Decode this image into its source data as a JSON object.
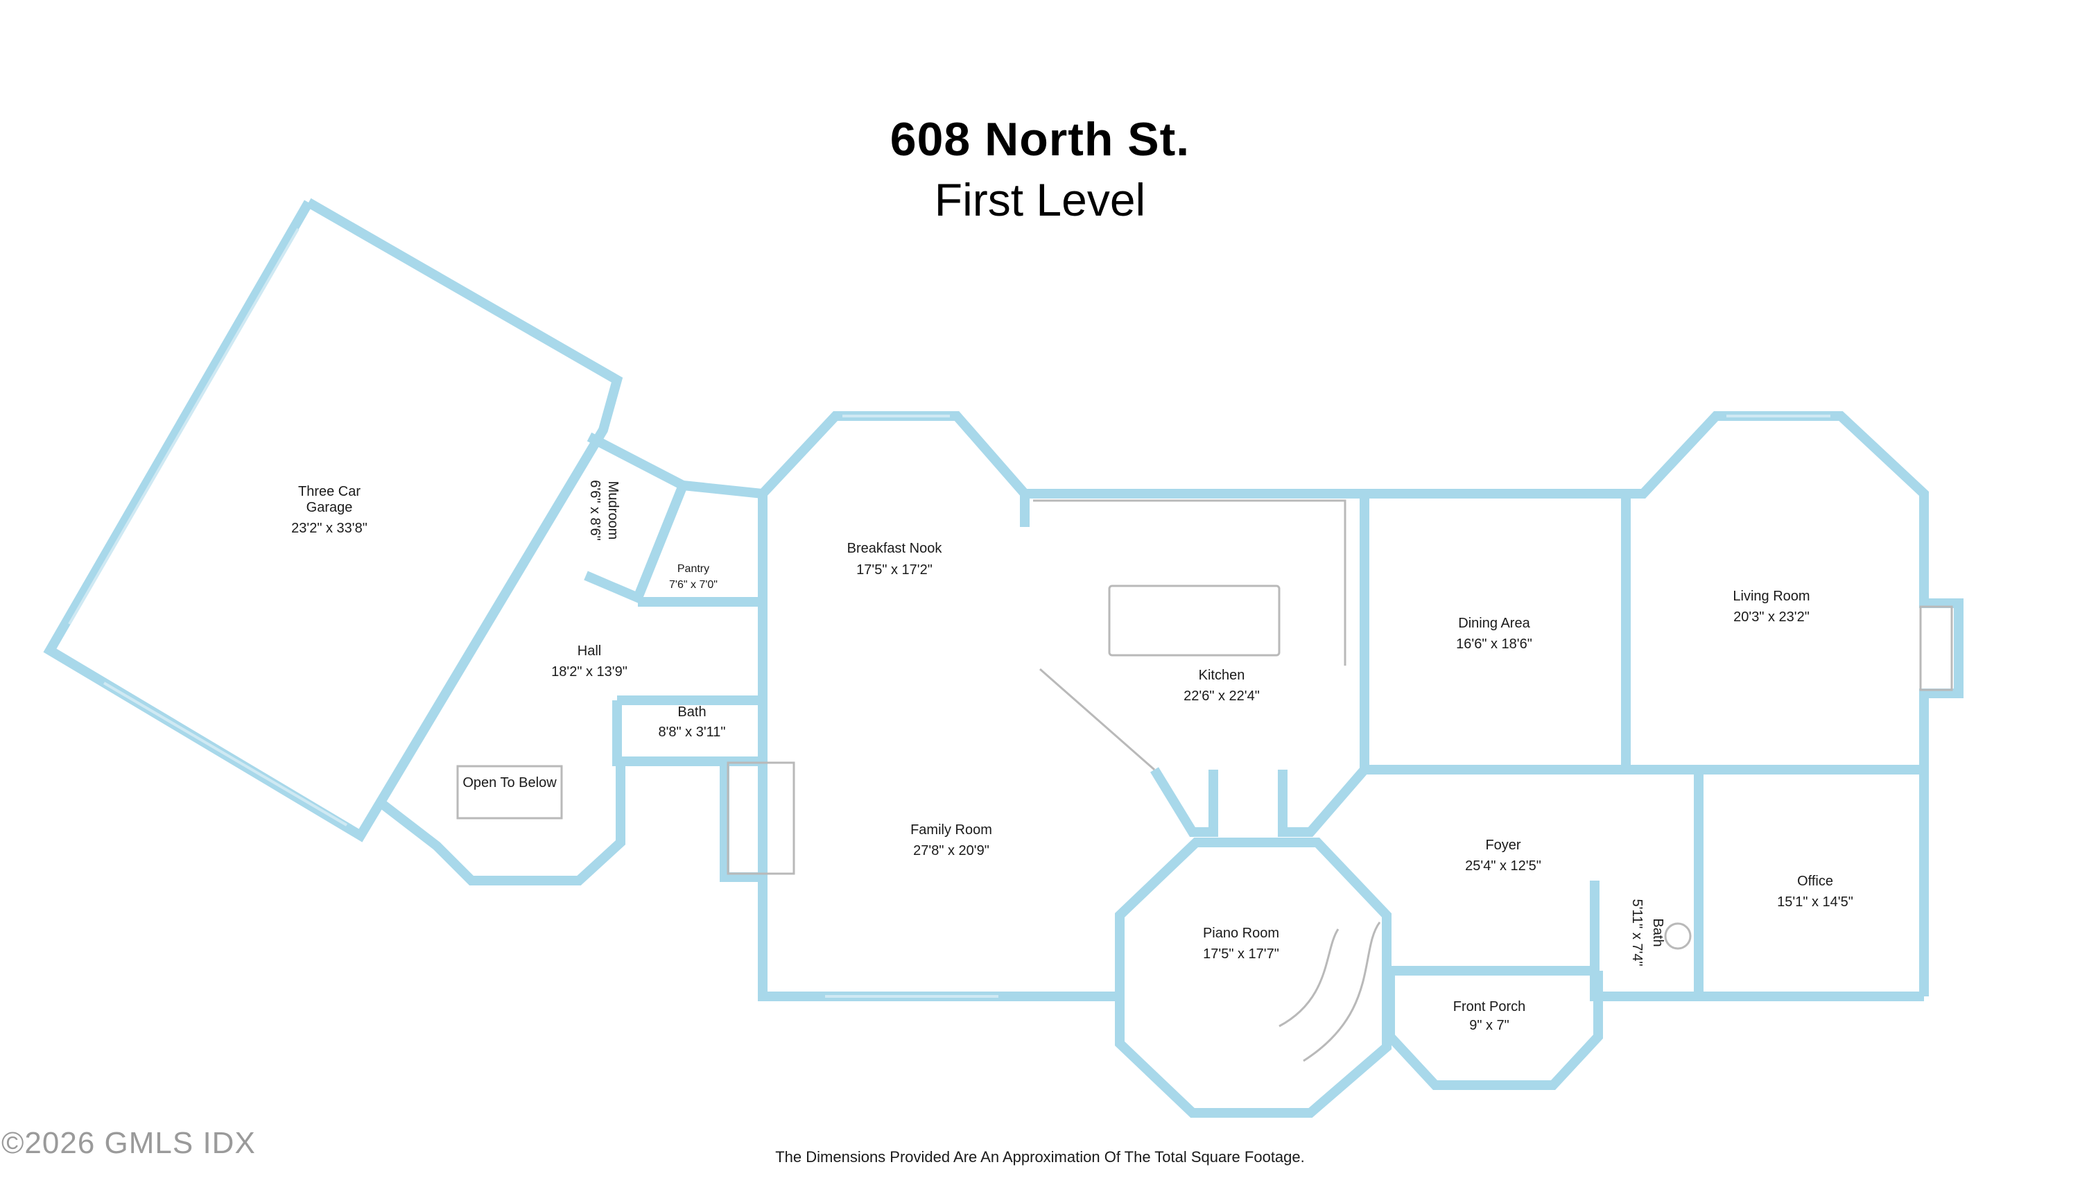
{
  "title": "608 North St.",
  "subtitle": "First Level",
  "disclaimer": "The Dimensions Provided Are An Approximation Of The Total Square Footage.",
  "watermark": "©2026 GMLS IDX",
  "colors": {
    "wall": "#a8d8ea",
    "fixture": "#b9b9b9",
    "text": "#1a1a1a"
  },
  "rooms": {
    "garage": {
      "name_line1": "Three Car",
      "name_line2": "Garage",
      "dims": "23'2\" x 33'8\""
    },
    "mudroom": {
      "name": "Mudroom",
      "dims": "6'6\" x 8'6\""
    },
    "pantry": {
      "name": "Pantry",
      "dims": "7'6\" x 7'0\""
    },
    "hall": {
      "name": "Hall",
      "dims": "18'2\" x 13'9\""
    },
    "bath1": {
      "name": "Bath",
      "dims": "8'8\" x 3'11\""
    },
    "open_below": {
      "name": "Open To Below"
    },
    "breakfast": {
      "name": "Breakfast Nook",
      "dims": "17'5\" x 17'2\""
    },
    "kitchen": {
      "name": "Kitchen",
      "dims": "22'6\" x 22'4\""
    },
    "dining": {
      "name": "Dining Area",
      "dims": "16'6\" x 18'6\""
    },
    "living": {
      "name": "Living Room",
      "dims": "20'3\" x 23'2\""
    },
    "family": {
      "name": "Family Room",
      "dims": "27'8\" x 20'9\""
    },
    "foyer": {
      "name": "Foyer",
      "dims": "25'4\" x 12'5\""
    },
    "office": {
      "name": "Office",
      "dims": "15'1\" x 14'5\""
    },
    "piano": {
      "name": "Piano Room",
      "dims": "17'5\" x 17'7\""
    },
    "porch": {
      "name": "Front Porch",
      "dims": "9\" x 7\""
    },
    "bath2": {
      "name": "Bath",
      "dims": "5'11\" x 7'4\""
    }
  }
}
